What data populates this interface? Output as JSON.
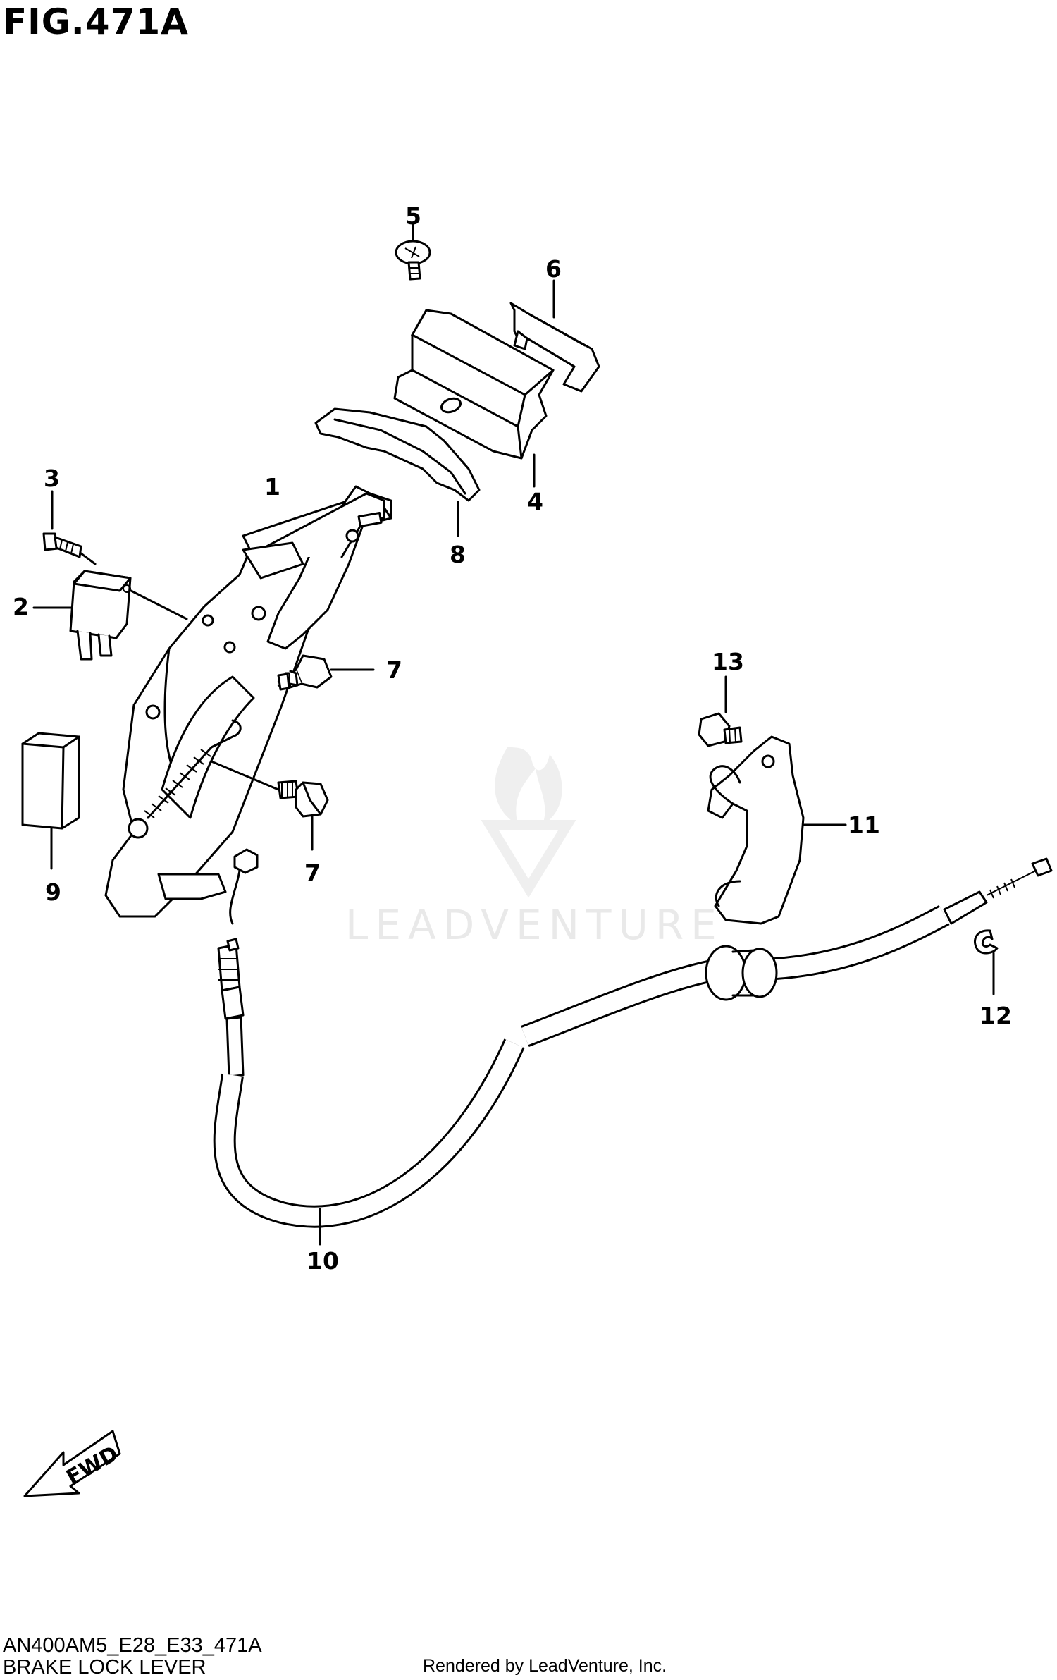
{
  "figure": {
    "title": "FIG.471A"
  },
  "watermark": {
    "text": "LEADVENTURE"
  },
  "callouts": [
    "1",
    "2",
    "3",
    "4",
    "5",
    "6",
    "7",
    "7",
    "8",
    "9",
    "10",
    "11",
    "12",
    "13"
  ],
  "fwd_label": "FWD",
  "footer": {
    "code": "AN400AM5_E28_E33_471A",
    "name": "BRAKE LOCK LEVER",
    "rendered_by": "Rendered by LeadVenture, Inc."
  }
}
